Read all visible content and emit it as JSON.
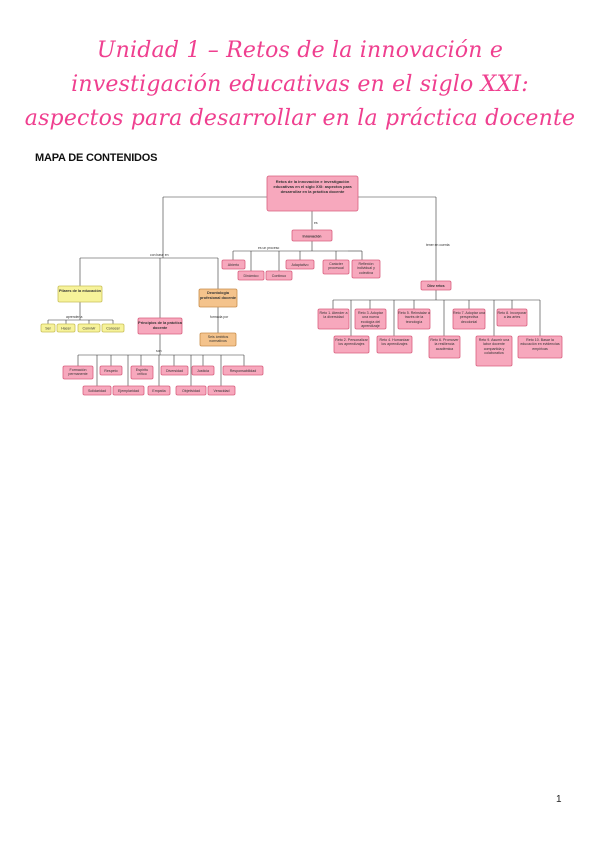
{
  "title": "Unidad 1 – Retos de la innovación e investigación educativas en el siglo XXI: aspectos para desarrollar en la práctica docente",
  "section_heading": "MAPA DE CONTENIDOS",
  "page_number": "1",
  "map": {
    "root": "Retos de la innovación e investigación educativas en el siglo XXI: aspectos para desarrollar en la práctica docente",
    "link_es": "es",
    "link_con_base_en": "con base en",
    "link_tener_en_cuenta": "tener en cuenta",
    "link_es_un_proceso": "es un proceso",
    "link_aprender_a": "aprender a",
    "link_formada_por": "formada por",
    "link_son": "son",
    "innovacion": "Innovación",
    "innovacion_children": [
      "Abierto",
      "Dinámico",
      "Continuo",
      "Adaptativo"
    ],
    "caracter_procesual": "Carácter procesual",
    "reflexion": "Reflexión individual y colectiva",
    "pilares": "Pilares de la educación",
    "pilares_children": [
      "Ser",
      "Hacer",
      "Convivir",
      "Conocer"
    ],
    "deontologia": "Deontología profesional docente",
    "seis_ambitos": "Seis ámbitos normativos",
    "principios": "Principios de la práctica docente",
    "principios_row1": [
      "Formación permanente",
      "Respeto",
      "Espíritu crítico",
      "Diversidad",
      "Justicia",
      "Responsabilidad"
    ],
    "principios_row2": [
      "Solidaridad",
      "Ejemplaridad",
      "Empatía",
      "Objetividad",
      "Veracidad"
    ],
    "diez_retos": "Diez retos",
    "retos_top": [
      "Reto 1. Atender a la diversidad",
      "Reto 3. Adoptar una nueva ecología del aprendizaje",
      "Reto 5. Reinstalar a través de la tecnología",
      "Reto 7. Adoptar una perspectiva decolonial",
      "Reto 8. Incorporar a las artes"
    ],
    "retos_bottom": [
      "Reto 2. Personalizar los aprendizajes",
      "Reto 4. Humanizar los aprendizajes",
      "Reto 6. Promover la resiliencia académica",
      "Reto 9. Asumir una labor docente compartida y colaborativa",
      "Reto 10. Basar la educación en evidencias empíricas"
    ]
  },
  "colors": {
    "title_pink": "#ef3f8f",
    "pink_node_fill": "#f7a8bd",
    "pink_node_stroke": "#d9607f",
    "yellow_node_fill": "#f7f39a",
    "orange_node_fill": "#f4c38c",
    "edge": "#333333"
  }
}
